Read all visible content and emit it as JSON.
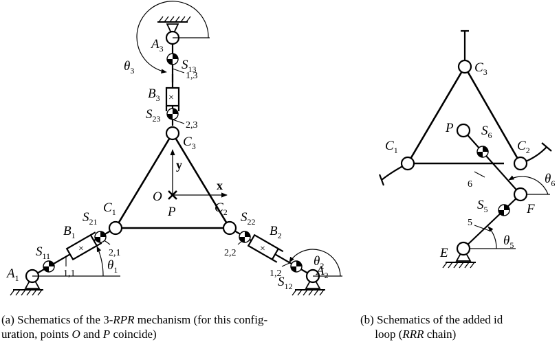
{
  "panel_a": {
    "labels": {
      "A1": {
        "main": "A",
        "sub": "1"
      },
      "A2": {
        "main": "A",
        "sub": "2"
      },
      "A3": {
        "main": "A",
        "sub": "3"
      },
      "B1": {
        "main": "B",
        "sub": "1"
      },
      "B2": {
        "main": "B",
        "sub": "2"
      },
      "B3": {
        "main": "B",
        "sub": "3"
      },
      "C1": {
        "main": "C",
        "sub": "1"
      },
      "C2": {
        "main": "C",
        "sub": "2"
      },
      "C3": {
        "main": "C",
        "sub": "3"
      },
      "S11": {
        "main": "S",
        "sub": "11"
      },
      "S12": {
        "main": "S",
        "sub": "12"
      },
      "S13": {
        "main": "S",
        "sub": "13"
      },
      "S21": {
        "main": "S",
        "sub": "21"
      },
      "S22": {
        "main": "S",
        "sub": "22"
      },
      "S23": {
        "main": "S",
        "sub": "23"
      },
      "theta1": {
        "main": "θ",
        "sub": "1"
      },
      "theta2": {
        "main": "θ",
        "sub": "2"
      },
      "theta3": {
        "main": "θ",
        "sub": "3"
      },
      "O": "O",
      "P": "P",
      "x_axis": "x",
      "y_axis": "y"
    },
    "link_numbers": {
      "n11": "1,1",
      "n21": "2,1",
      "n12": "1,2",
      "n22": "2,2",
      "n13": "1,3",
      "n23": "2,3"
    },
    "caption": {
      "prefix": "(a) Schematics of the 3-",
      "rpr": "RPR",
      "middle": " mechanism (for this config-",
      "line2_start": "uration, points ",
      "o": "O",
      "and": " and ",
      "p": "P",
      "line2_end": " coincide)"
    }
  },
  "panel_b": {
    "labels": {
      "C1": {
        "main": "C",
        "sub": "1"
      },
      "C2": {
        "main": "C",
        "sub": "2"
      },
      "C3": {
        "main": "C",
        "sub": "3"
      },
      "P": "P",
      "E": "E",
      "F": "F",
      "S5": {
        "main": "S",
        "sub": "5"
      },
      "S6": {
        "main": "S",
        "sub": "6"
      },
      "theta5": {
        "main": "θ",
        "sub": "5"
      },
      "theta6": {
        "main": "θ",
        "sub": "6"
      }
    },
    "link_numbers": {
      "n5": "5",
      "n6": "6"
    },
    "caption": {
      "prefix": "(b)  Schematics of the added id",
      "line2_start": "loop (",
      "rrr": "RRR",
      "line2_end": " chain)"
    }
  }
}
